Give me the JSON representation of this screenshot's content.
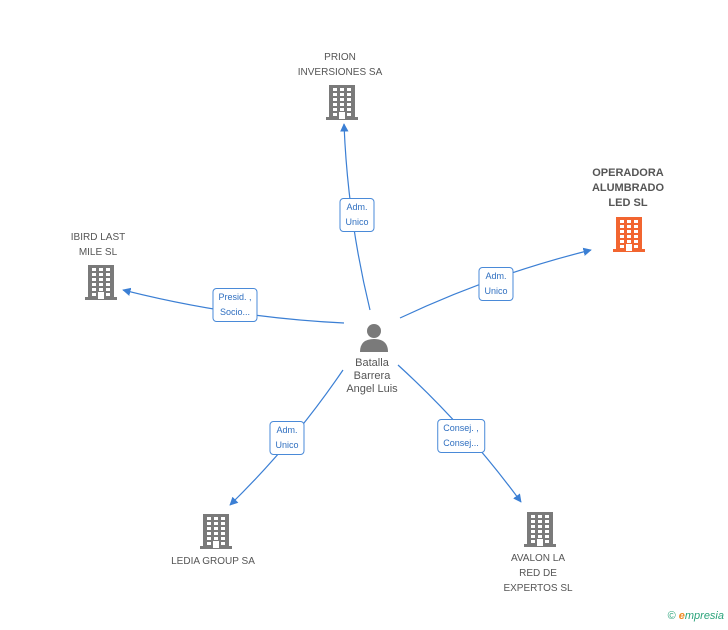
{
  "center": {
    "name_lines": [
      "Batalla",
      "Barrera",
      "Angel Luis"
    ],
    "icon": "person-icon",
    "color": "#7a7a7a"
  },
  "companies": [
    {
      "id": "prion",
      "name_lines": [
        "PRION",
        "INVERSIONES SA"
      ],
      "icon": "building-icon",
      "color": "#7a7a7a",
      "highlight": false
    },
    {
      "id": "operadora",
      "name_lines": [
        "OPERADORA",
        "ALUMBRADO",
        "LED SL"
      ],
      "icon": "building-icon",
      "color": "#f26530",
      "highlight": true
    },
    {
      "id": "ibird",
      "name_lines": [
        "IBIRD LAST",
        "MILE SL"
      ],
      "icon": "building-icon",
      "color": "#7a7a7a",
      "highlight": false
    },
    {
      "id": "ledia",
      "name_lines": [
        "LEDIA GROUP SA"
      ],
      "icon": "building-icon",
      "color": "#7a7a7a",
      "highlight": false
    },
    {
      "id": "avalon",
      "name_lines": [
        "AVALON LA",
        "RED DE",
        "EXPERTOS  SL"
      ],
      "icon": "building-icon",
      "color": "#7a7a7a",
      "highlight": false
    }
  ],
  "relations": [
    {
      "to": "prion",
      "label_lines": [
        "Adm.",
        "Unico"
      ]
    },
    {
      "to": "operadora",
      "label_lines": [
        "Adm.",
        "Unico"
      ]
    },
    {
      "to": "ibird",
      "label_lines": [
        "Presid. ,",
        "Socio..."
      ]
    },
    {
      "to": "ledia",
      "label_lines": [
        "Adm.",
        "Unico"
      ]
    },
    {
      "to": "avalon",
      "label_lines": [
        "Consej. ,",
        "Consej..."
      ]
    }
  ],
  "colors": {
    "edge": "#3b7fd4",
    "label_border": "#4a8ad8",
    "label_text": "#2f6fc0"
  },
  "footer": {
    "copyright": "©",
    "brand": "mpresia",
    "brand_initial": "e"
  }
}
